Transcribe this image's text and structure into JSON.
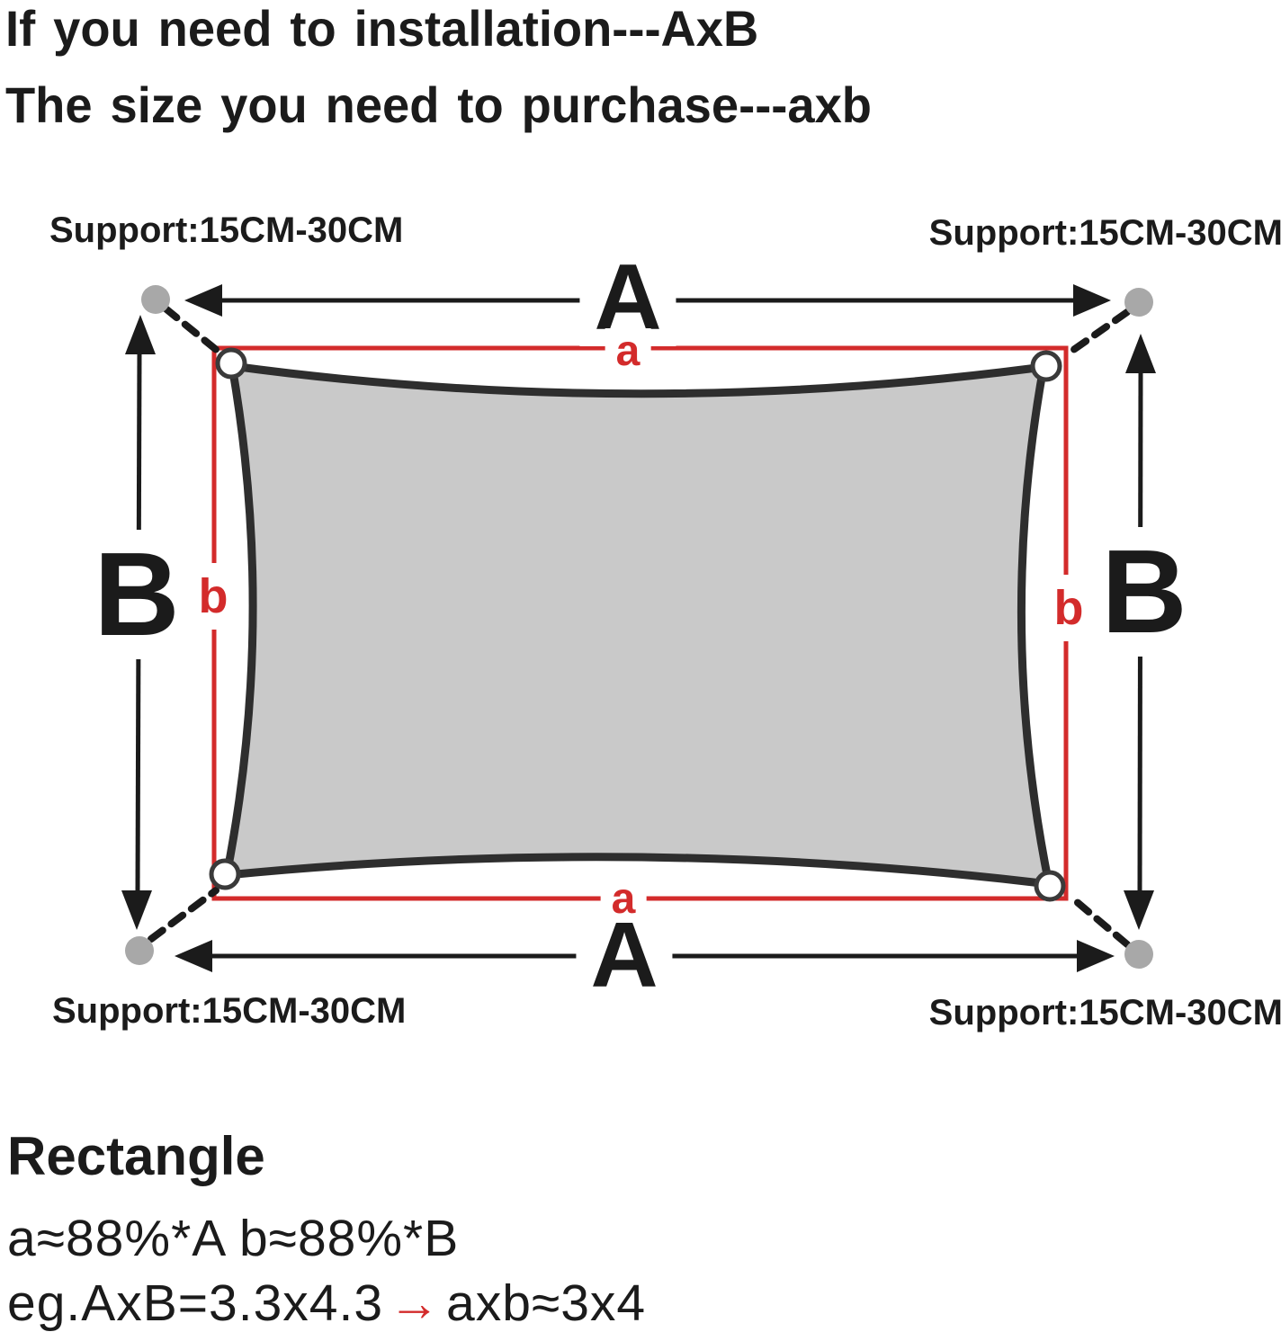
{
  "title": {
    "line1": "If you need to installation---AxB",
    "line2": "The size you need to purchase---axb"
  },
  "diagram": {
    "support_top_left": "Support:15CM-30CM",
    "support_top_right": "Support:15CM-30CM",
    "support_bottom_left": "Support:15CM-30CM",
    "support_bottom_right": "Support:15CM-30CM",
    "label_A_top": "A",
    "label_A_bottom": "A",
    "label_B_left": "B",
    "label_B_right": "B",
    "label_a_top": "a",
    "label_a_bottom": "a",
    "label_b_left": "b",
    "label_b_right": "b"
  },
  "footer": {
    "shape": "Rectangle",
    "formula": "a≈88%*A b≈88%*B",
    "example_prefix": "eg.AxB=3.3x4.3",
    "example_arrow": "→",
    "example_suffix": "axb≈3x4"
  },
  "colors": {
    "accent_red": "#d32b2b",
    "sail_fill": "#c9c9c9",
    "sail_border": "#2e2e2e",
    "anchor_gray": "#a8a8a8",
    "ink": "#1b1b1b"
  }
}
